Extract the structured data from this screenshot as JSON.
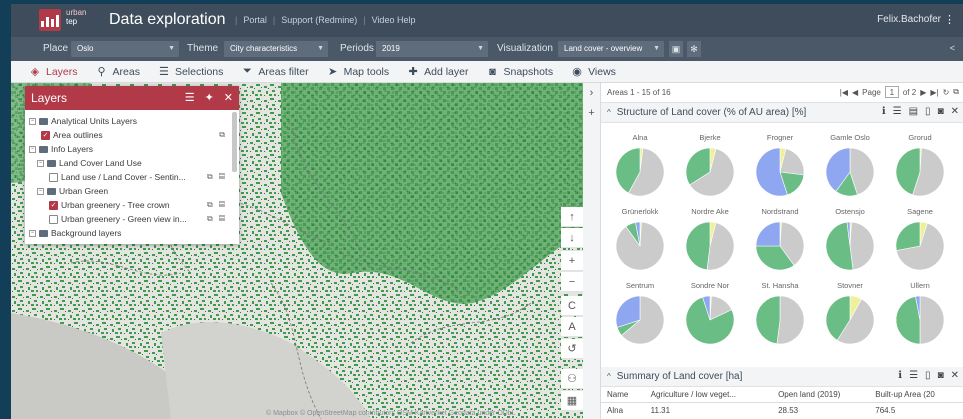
{
  "header": {
    "logo_top": "urban",
    "logo_bottom": "tep",
    "title": "Data exploration",
    "links": [
      "Portal",
      "Support (Redmine)",
      "Video Help"
    ],
    "user": "Felix.Bachofer",
    "user_menu_icon": "vertical-dots-icon"
  },
  "filters": {
    "place_label": "Place",
    "place_value": "Oslo",
    "theme_label": "Theme",
    "theme_value": "City characteristics",
    "periods_label": "Periods",
    "periods_value": "2019",
    "visualization_label": "Visualization",
    "visualization_value": "Land cover - overview"
  },
  "toolbar": {
    "items": [
      {
        "label": "Layers",
        "icon": "layers-icon",
        "active": true
      },
      {
        "label": "Areas",
        "icon": "map-marker-icon"
      },
      {
        "label": "Selections",
        "icon": "list-icon"
      },
      {
        "label": "Areas filter",
        "icon": "filter-icon"
      },
      {
        "label": "Map tools",
        "icon": "cursor-icon"
      },
      {
        "label": "Add layer",
        "icon": "add-layer-icon"
      },
      {
        "label": "Snapshots",
        "icon": "camera-icon"
      },
      {
        "label": "Views",
        "icon": "eye-icon"
      }
    ]
  },
  "layers_panel": {
    "title": "Layers",
    "groups": [
      {
        "label": "Analytical Units Layers",
        "items": [
          {
            "label": "Area outlines",
            "checked": true
          }
        ]
      },
      {
        "label": "Info Layers",
        "subgroups": [
          {
            "label": "Land Cover Land Use",
            "items": [
              {
                "label": "Land use / Land Cover - Sentin...",
                "checked": false
              }
            ]
          },
          {
            "label": "Urban Green",
            "items": [
              {
                "label": "Urban greenery - Tree crown",
                "checked": true
              },
              {
                "label": "Urban greenery - Green view in...",
                "checked": false
              }
            ]
          }
        ]
      },
      {
        "label": "Background layers"
      }
    ]
  },
  "map": {
    "attribution": "© Mapbox © OpenStreetMap contributors OSM  Kartverket Geodata  under ODbL",
    "controls": [
      "↑",
      "↓",
      "+",
      "−",
      "C",
      "A",
      "↺"
    ]
  },
  "pager": {
    "text": "Areas 1 - 15 of 16",
    "page_label": "Page",
    "page": "1",
    "of": "of 2"
  },
  "pie_panel": {
    "title": "Structure of Land cover (% of AU area) [%]",
    "colors": {
      "gray": "#cbcbcb",
      "green": "#6abd84",
      "blue": "#8ea7f0",
      "yellow": "#eef09a"
    },
    "areas": [
      {
        "name": "Alna",
        "green": 0.42,
        "blue": 0,
        "yellow": 0.02
      },
      {
        "name": "Bjerke",
        "green": 0.34,
        "blue": 0,
        "yellow": 0.04
      },
      {
        "name": "Frogner",
        "green": 0.18,
        "blue": 0.55,
        "yellow": 0.04
      },
      {
        "name": "Gamle Oslo",
        "green": 0.15,
        "blue": 0.4,
        "yellow": 0
      },
      {
        "name": "Grorud",
        "green": 0.45,
        "blue": 0,
        "yellow": 0.01
      },
      {
        "name": "Grünerlokk",
        "green": 0.07,
        "blue": 0.03,
        "yellow": 0.01
      },
      {
        "name": "Nordre Ake",
        "green": 0.48,
        "blue": 0,
        "yellow": 0.04
      },
      {
        "name": "Nordstrand",
        "green": 0.35,
        "blue": 0.25,
        "yellow": 0.01
      },
      {
        "name": "Ostensjo",
        "green": 0.5,
        "blue": 0.02,
        "yellow": 0.01
      },
      {
        "name": "Sagene",
        "green": 0.28,
        "blue": 0,
        "yellow": 0.05
      },
      {
        "name": "Sentrum",
        "green": 0.06,
        "blue": 0.3,
        "yellow": 0
      },
      {
        "name": "Sondre Nor",
        "green": 0.77,
        "blue": 0.05,
        "yellow": 0.01
      },
      {
        "name": "St. Hansha",
        "green": 0.48,
        "blue": 0,
        "yellow": 0
      },
      {
        "name": "Stovner",
        "green": 0.41,
        "blue": 0,
        "yellow": 0.08
      },
      {
        "name": "Ullern",
        "green": 0.47,
        "blue": 0.03,
        "yellow": 0
      }
    ]
  },
  "summary_panel": {
    "title": "Summary of Land cover [ha]",
    "columns": [
      "Name",
      "Agriculture / low veget...",
      "Open land (2019)",
      "Built-up Area (20"
    ],
    "rows": [
      [
        "Alna",
        "11.31",
        "28.53",
        "764.5"
      ]
    ]
  }
}
